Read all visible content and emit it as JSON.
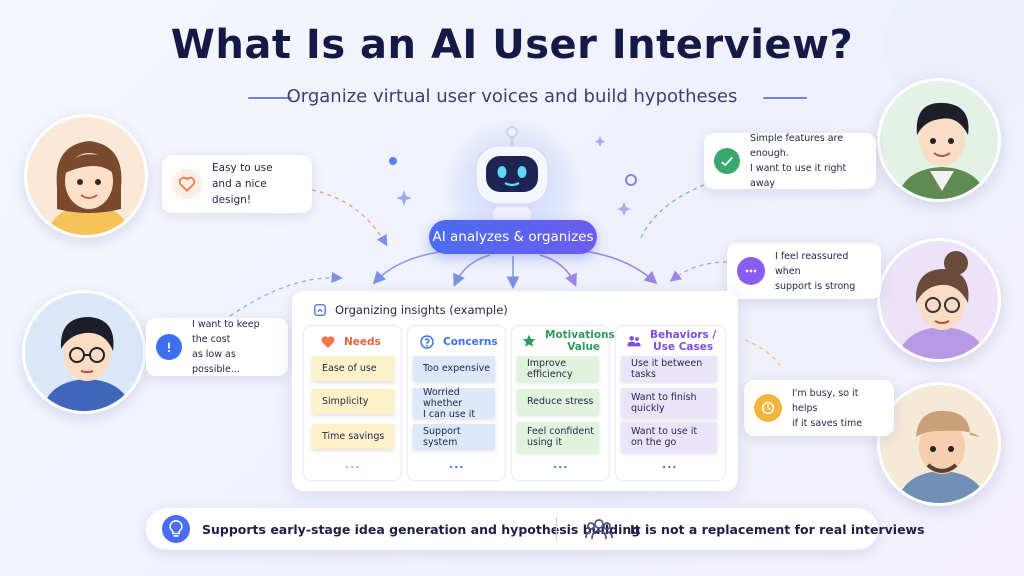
{
  "title": "What Is an AI User Interview?",
  "subtitle": "Organize virtual user voices and build hypotheses",
  "center": {
    "label": "AI analyzes & organizes"
  },
  "bubbles": {
    "left_top": {
      "text": [
        "Easy to use",
        "and a nice design!"
      ],
      "icon": "heart-icon",
      "color": "#f47a4b"
    },
    "left_bottom": {
      "text": [
        "I want to keep the cost",
        "as low as possible..."
      ],
      "icon": "exclamation-icon",
      "color": "#3d6ff0"
    },
    "right_top": {
      "text": [
        "Simple features are enough.",
        "I want to use it right away"
      ],
      "icon": "check-icon",
      "color": "#3aa76d"
    },
    "right_middle": {
      "text": [
        "I feel reassured when",
        "support is strong"
      ],
      "icon": "chat-icon",
      "color": "#8b5cf0"
    },
    "right_bottom": {
      "text": [
        "I'm busy, so it helps",
        "if it saves time"
      ],
      "icon": "clock-icon",
      "color": "#f2b53b"
    }
  },
  "panel": {
    "title": "Organizing insights (example)",
    "columns": [
      {
        "heading": [
          "Needs"
        ],
        "icon": "heart-icon",
        "color": "#f47a4b",
        "note_color": "#fdf1c8",
        "notes": [
          [
            "Ease of use"
          ],
          [
            "Simplicity"
          ],
          [
            "Time savings"
          ]
        ],
        "more": "..."
      },
      {
        "heading": [
          "Concerns"
        ],
        "icon": "question-icon",
        "color": "#3d6ff0",
        "note_color": "#dbe9fb",
        "notes": [
          [
            "Too expensive"
          ],
          [
            "Worried whether",
            "I can use it"
          ],
          [
            "Support system"
          ]
        ],
        "more": "..."
      },
      {
        "heading": [
          "Motivations /",
          "Value"
        ],
        "icon": "star-icon",
        "color": "#2f9a5c",
        "note_color": "#e0f3dc",
        "notes": [
          [
            "Improve efficiency"
          ],
          [
            "Reduce stress"
          ],
          [
            "Feel confident",
            "using it"
          ]
        ],
        "more": "..."
      },
      {
        "heading": [
          "Behaviors /",
          "Use Cases"
        ],
        "icon": "people-icon",
        "color": "#7a4fe0",
        "note_color": "#ebe4fb",
        "notes": [
          [
            "Use it between tasks"
          ],
          [
            "Want to finish",
            "quickly"
          ],
          [
            "Want to use it",
            "on the go"
          ]
        ],
        "more": "..."
      }
    ]
  },
  "footer": {
    "left": "Supports early-stage idea generation and hypothesis building",
    "right": "It is not a replacement for real interviews"
  }
}
